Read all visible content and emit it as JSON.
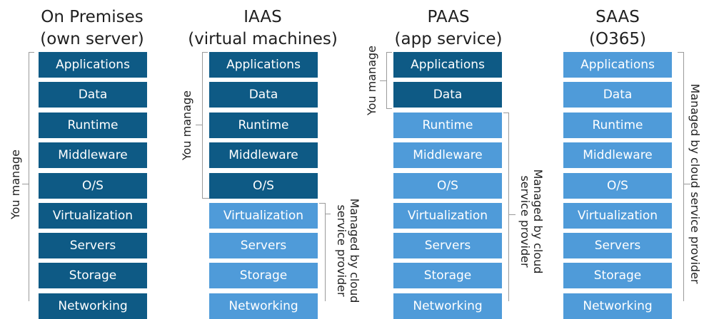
{
  "columns": [
    {
      "title_line1": "On Premises",
      "title_line2": "(own server)",
      "boxes": [
        "Applications",
        "Data",
        "Runtime",
        "Middleware",
        "O/S",
        "Virtualization",
        "Servers",
        "Storage",
        "Networking"
      ],
      "managed_by_you": 9,
      "you_label": "You manage"
    },
    {
      "title_line1": "IAAS",
      "title_line2": "(virtual machines)",
      "boxes": [
        "Applications",
        "Data",
        "Runtime",
        "Middleware",
        "O/S",
        "Virtualization",
        "Servers",
        "Storage",
        "Networking"
      ],
      "managed_by_you": 5,
      "you_label": "You manage",
      "provider_label_line1": "Managed by cloud",
      "provider_label_line2": "service provider"
    },
    {
      "title_line1": "PAAS",
      "title_line2": "(app service)",
      "boxes": [
        "Applications",
        "Data",
        "Runtime",
        "Middleware",
        "O/S",
        "Virtualization",
        "Servers",
        "Storage",
        "Networking"
      ],
      "managed_by_you": 2,
      "you_label": "You manage",
      "provider_label_line1": "Managed by cloud",
      "provider_label_line2": "service provider"
    },
    {
      "title_line1": "SAAS",
      "title_line2": "(O365)",
      "boxes": [
        "Applications",
        "Data",
        "Runtime",
        "Middleware",
        "O/S",
        "Virtualization",
        "Servers",
        "Storage",
        "Networking"
      ],
      "managed_by_you": 0,
      "provider_label": "Managed by cloud service provider"
    }
  ],
  "colors": {
    "you_manage": "#0e5a85",
    "provider_managed": "#4f9bd9",
    "bracket": "#9a9a9a"
  }
}
